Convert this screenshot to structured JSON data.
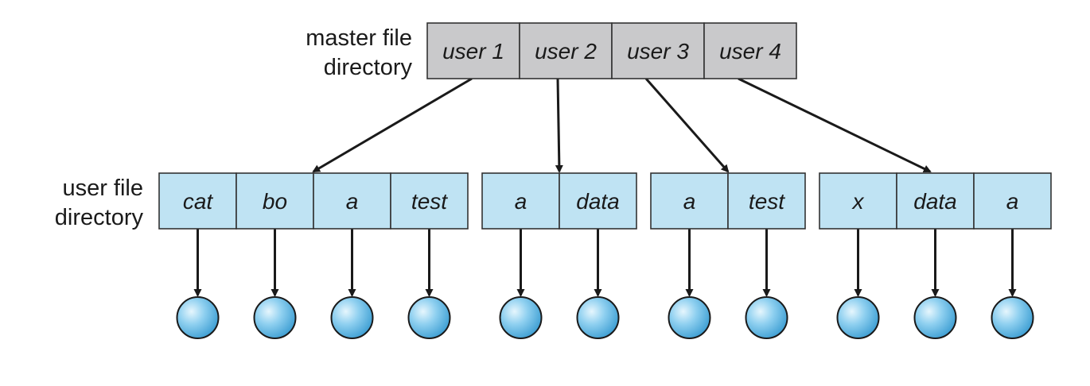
{
  "master_label": [
    "master file",
    "directory"
  ],
  "user_label": [
    "user file",
    "directory"
  ],
  "master_cells": [
    "user 1",
    "user 2",
    "user 3",
    "user 4"
  ],
  "user_directories": [
    [
      "cat",
      "bo",
      "a",
      "test"
    ],
    [
      "a",
      "data"
    ],
    [
      "a",
      "test"
    ],
    [
      "x",
      "data",
      "a"
    ]
  ],
  "colors": {
    "master_fill": "#c9c9cb",
    "ufd_fill": "#bfe3f3",
    "file_node": "#5ab4e4",
    "line": "#1a1a1a"
  }
}
